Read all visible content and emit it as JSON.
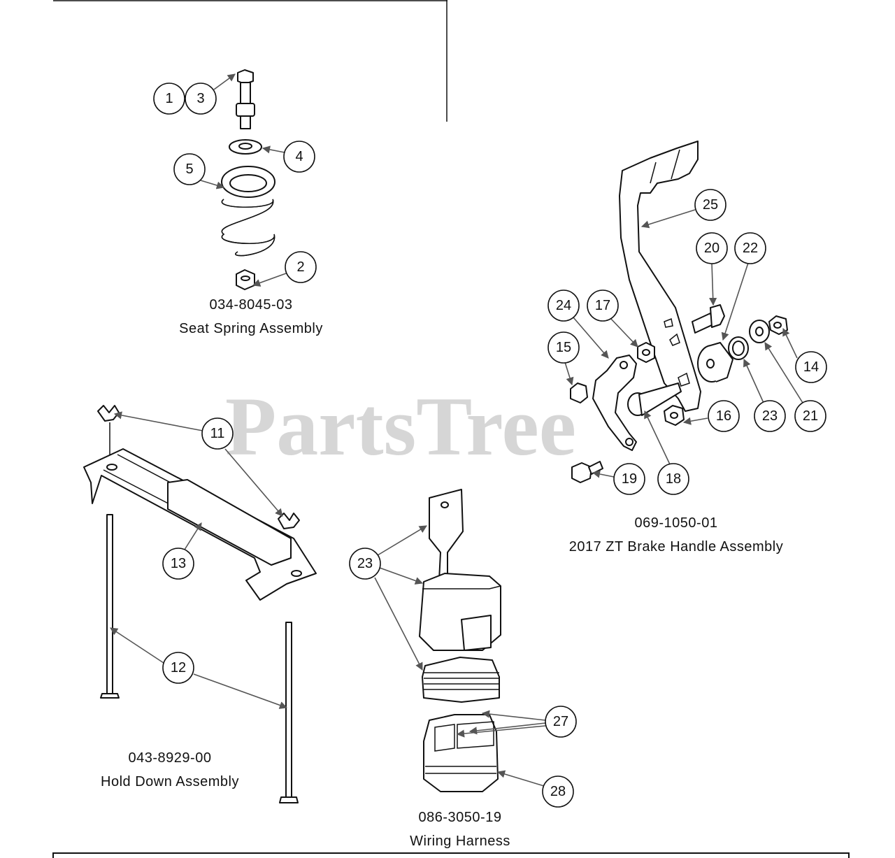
{
  "watermark": "PartsTree",
  "assemblies": [
    {
      "part_number": "034-8045-03",
      "name": "Seat Spring Assembly"
    },
    {
      "part_number": "043-8929-00",
      "name": "Hold Down Assembly"
    },
    {
      "part_number": "086-3050-19",
      "name": "Wiring Harness"
    },
    {
      "part_number": "069-1050-01",
      "name": "2017 ZT Brake Handle Assembly"
    }
  ],
  "callouts": [
    "1",
    "3",
    "4",
    "5",
    "2",
    "11",
    "13",
    "12",
    "23",
    "27",
    "28",
    "25",
    "20",
    "22",
    "24",
    "17",
    "15",
    "14",
    "16",
    "23",
    "21",
    "19",
    "18"
  ]
}
